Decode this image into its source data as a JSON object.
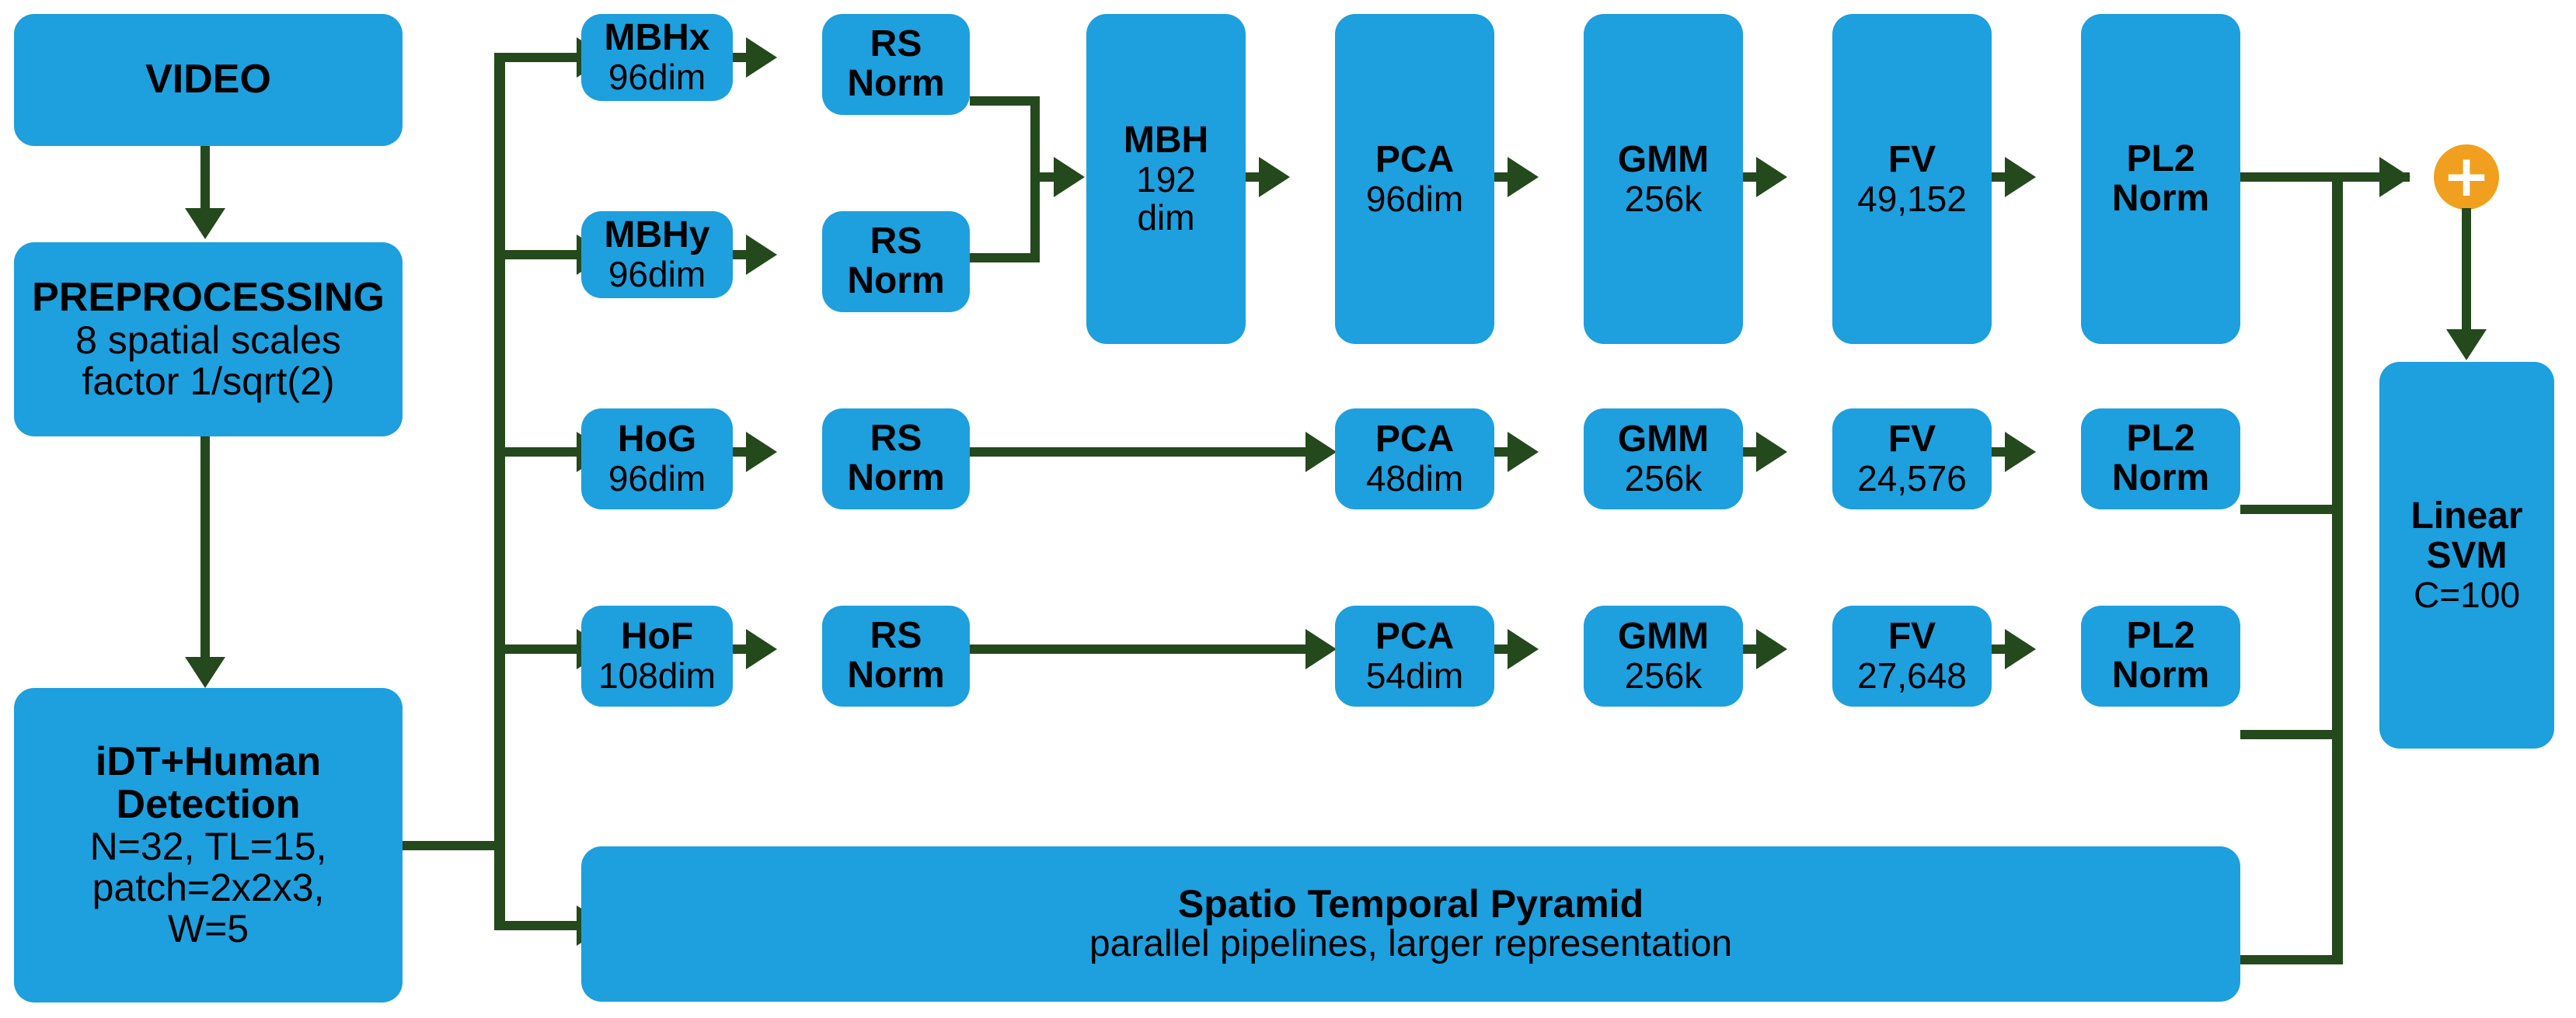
{
  "diagram": {
    "title": "Improved Dense Trajectory video action recognition pipeline",
    "colors": {
      "box_fill": "#1e9fde",
      "arrow": "#24491c",
      "accent_plus": "#f0a01e",
      "text": "#000000",
      "background": "#ffffff"
    },
    "nodes": {
      "video": {
        "line1": "VIDEO"
      },
      "preprocessing": {
        "line1": "PREPROCESSING",
        "line2": "8 spatial scales",
        "line3": "factor 1/sqrt(2)"
      },
      "idt": {
        "line1": "iDT+Human",
        "line2": "Detection",
        "line3": "N=32, TL=15,",
        "line4": "patch=2x2x3,",
        "line5": "W=5"
      },
      "mbhx": {
        "line1": "MBHx",
        "line2": "96dim"
      },
      "rsnorm_mbhx": {
        "line1": "RS",
        "line2": "Norm"
      },
      "mbhy": {
        "line1": "MBHy",
        "line2": "96dim"
      },
      "rsnorm_mbhy": {
        "line1": "RS",
        "line2": "Norm"
      },
      "mbh": {
        "line1": "MBH",
        "line2": "192",
        "line3": "dim"
      },
      "pca_mbh": {
        "line1": "PCA",
        "line2": "96dim"
      },
      "gmm_mbh": {
        "line1": "GMM",
        "line2": "256k"
      },
      "fv_mbh": {
        "line1": "FV",
        "line2": "49,152"
      },
      "pl2_mbh": {
        "line1": "PL2",
        "line2": "Norm"
      },
      "hog": {
        "line1": "HoG",
        "line2": "96dim"
      },
      "rsnorm_hog": {
        "line1": "RS",
        "line2": "Norm"
      },
      "pca_hog": {
        "line1": "PCA",
        "line2": "48dim"
      },
      "gmm_hog": {
        "line1": "GMM",
        "line2": "256k"
      },
      "fv_hog": {
        "line1": "FV",
        "line2": "24,576"
      },
      "pl2_hog": {
        "line1": "PL2",
        "line2": "Norm"
      },
      "hof": {
        "line1": "HoF",
        "line2": "108dim"
      },
      "rsnorm_hof": {
        "line1": "RS",
        "line2": "Norm"
      },
      "pca_hof": {
        "line1": "PCA",
        "line2": "54dim"
      },
      "gmm_hof": {
        "line1": "GMM",
        "line2": "256k"
      },
      "fv_hof": {
        "line1": "FV",
        "line2": "27,648"
      },
      "pl2_hof": {
        "line1": "PL2",
        "line2": "Norm"
      },
      "stp": {
        "line1": "Spatio Temporal Pyramid",
        "line2": "parallel pipelines, larger representation"
      },
      "plus": {
        "glyph": "+"
      },
      "svm": {
        "line1": "Linear",
        "line2": "SVM",
        "line3": "C=100"
      }
    }
  }
}
